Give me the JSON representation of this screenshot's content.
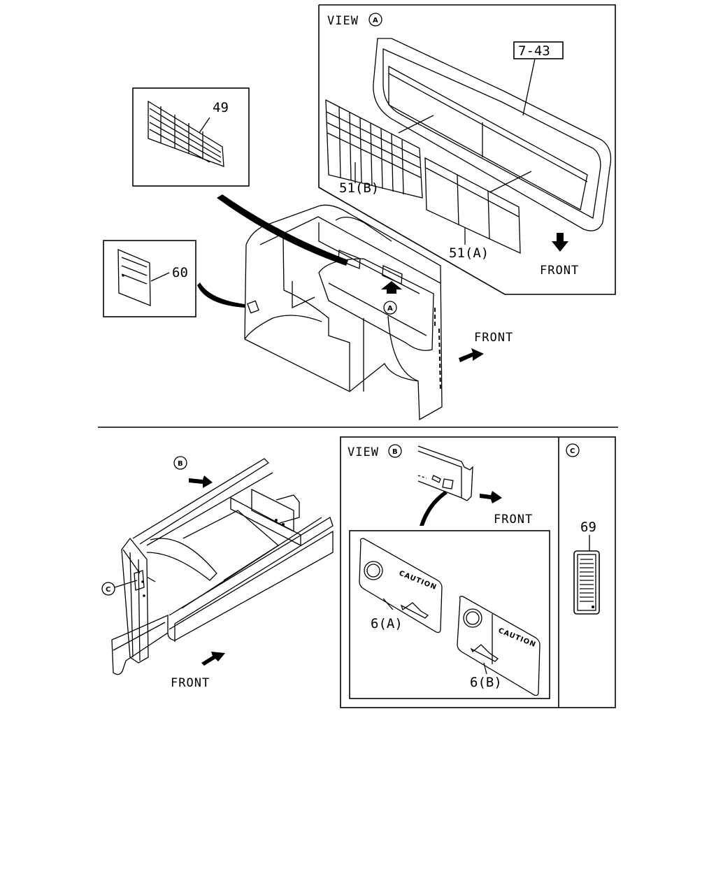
{
  "view_a": {
    "title": "VIEW",
    "marker": "A",
    "callout_7_43": "7-43",
    "callout_51b": "51(B)",
    "callout_51a": "51(A)",
    "front": "FRONT"
  },
  "inset_49": {
    "callout": "49"
  },
  "inset_60": {
    "callout": "60"
  },
  "main_view": {
    "marker_a": "A",
    "front": "FRONT"
  },
  "frame_view": {
    "marker_b": "B",
    "marker_c": "C",
    "front": "FRONT"
  },
  "view_b": {
    "title": "VIEW",
    "marker": "B",
    "front": "FRONT",
    "label_caution_a": "CAUTION",
    "label_caution_b": "CAUTION",
    "callout_6a": "6(A)",
    "callout_6b": "6(B)"
  },
  "view_c": {
    "marker": "C",
    "callout_69": "69"
  }
}
